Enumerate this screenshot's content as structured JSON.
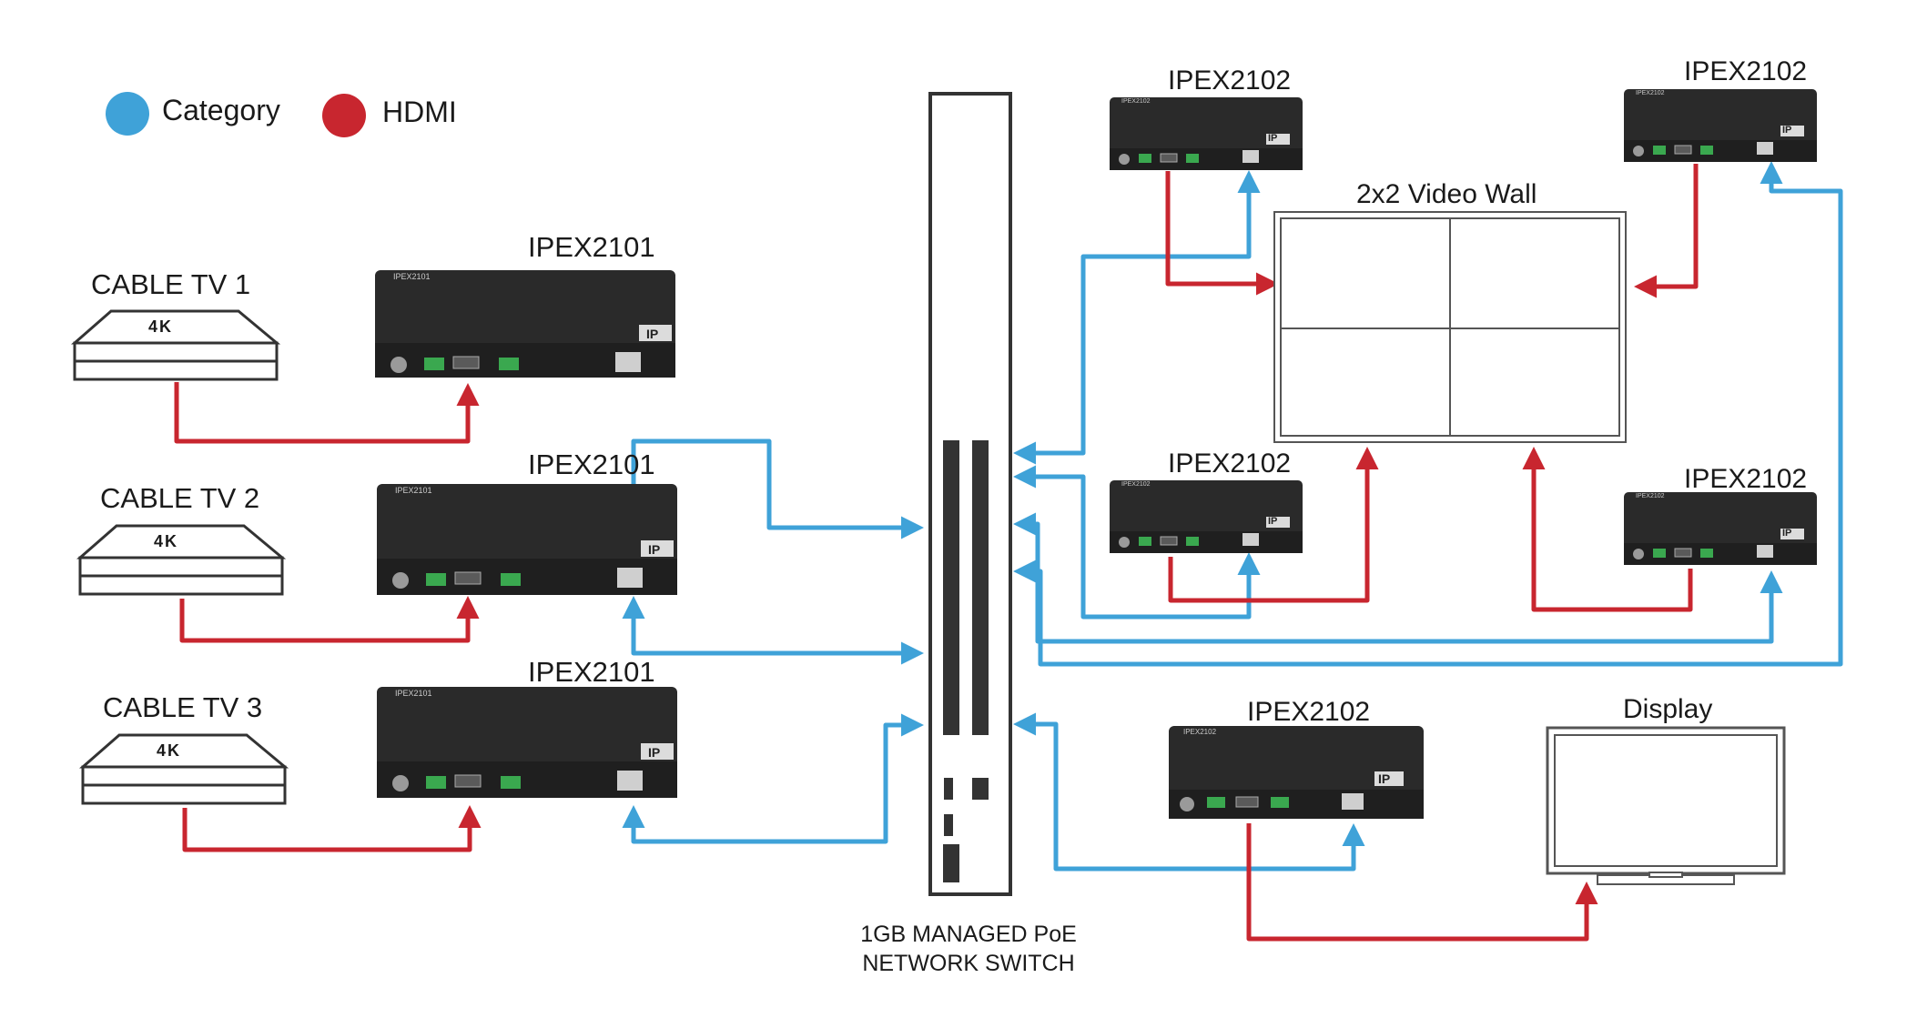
{
  "colors": {
    "category": "#3fa2d8",
    "hdmi": "#c8262f",
    "device": "#2a2a2a",
    "outline": "#333333"
  },
  "legend": {
    "category": "Category",
    "hdmi": "HDMI"
  },
  "sources": [
    {
      "label": "CABLE TV 1",
      "badge": "4K"
    },
    {
      "label": "CABLE TV 2",
      "badge": "4K"
    },
    {
      "label": "CABLE TV 3",
      "badge": "4K"
    }
  ],
  "encoders": [
    {
      "label": "IPEX2101",
      "model": "IPEX2101",
      "logo": "IP"
    },
    {
      "label": "IPEX2101",
      "model": "IPEX2101",
      "logo": "IP"
    },
    {
      "label": "IPEX2101",
      "model": "IPEX2101",
      "logo": "IP"
    }
  ],
  "decoders": [
    {
      "label": "IPEX2102",
      "model": "IPEX2102",
      "logo": "IP"
    },
    {
      "label": "IPEX2102",
      "model": "IPEX2102",
      "logo": "IP"
    },
    {
      "label": "IPEX2102",
      "model": "IPEX2102",
      "logo": "IP"
    },
    {
      "label": "IPEX2102",
      "model": "IPEX2102",
      "logo": "IP"
    },
    {
      "label": "IPEX2102",
      "model": "IPEX2102",
      "logo": "IP"
    }
  ],
  "switch": {
    "line1": "1GB MANAGED PoE",
    "line2": "NETWORK SWITCH"
  },
  "video_wall": {
    "label": "2x2 Video Wall"
  },
  "display": {
    "label": "Display"
  }
}
